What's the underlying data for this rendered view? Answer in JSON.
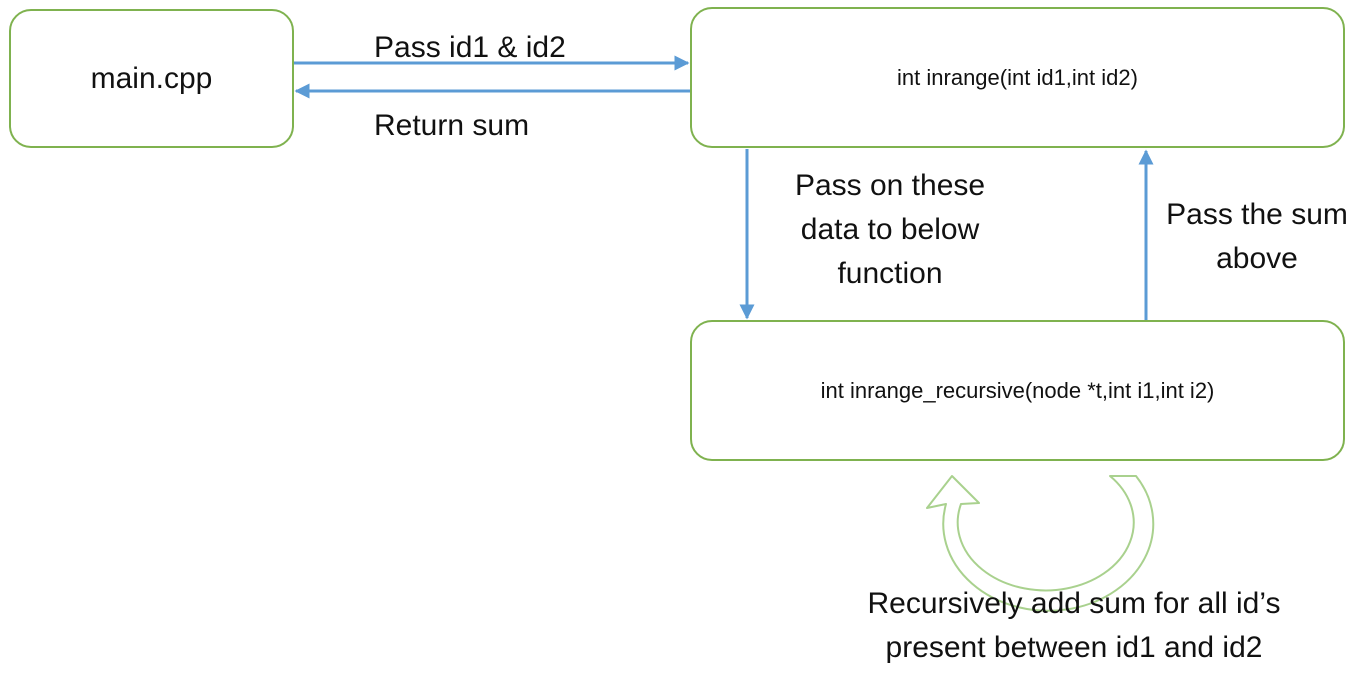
{
  "boxes": {
    "main": "main.cpp",
    "inrange": "int inrange(int id1,int id2)",
    "recursive": "int inrange_recursive(node *t,int i1,int i2)"
  },
  "labels": {
    "pass_ids": "Pass id1 & id2",
    "return_sum": "Return sum",
    "pass_on": [
      "Pass on these",
      "data to below",
      "function"
    ],
    "pass_sum": [
      "Pass the sum",
      "above"
    ],
    "recursive_note": [
      "Recursively add sum for all id’s",
      "present between id1 and id2"
    ]
  },
  "colors": {
    "box_border": "#7fb24f",
    "arrow": "#5b9bd5",
    "loop_arrow": "#a9d18e"
  },
  "icons": {
    "loop": "circular-loop-arrow-icon"
  }
}
